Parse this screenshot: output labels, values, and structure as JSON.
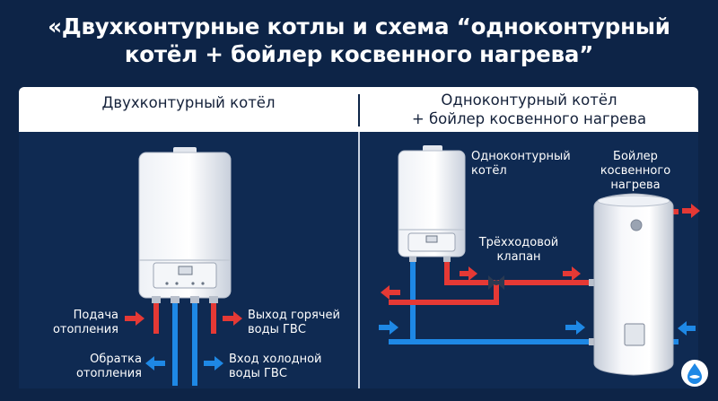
{
  "title": {
    "line1": "«Двухконтурные котлы и схема “одноконтурный",
    "line2": "котёл + бойлер косвенного нагрева”"
  },
  "left": {
    "heading": "Двухконтурный котёл",
    "labels": {
      "supply_line1": "Подача",
      "supply_line2": "отопления",
      "return_line1": "Обратка",
      "return_line2": "отопления",
      "hot_out_line1": "Выход горячей",
      "hot_out_line2": "воды ГВС",
      "cold_in_line1": "Вход холодной",
      "cold_in_line2": "воды ГВС"
    }
  },
  "right": {
    "heading_line1": "Одноконтурный котёл",
    "heading_line2": "+ бойлер косвенного нагрева",
    "labels": {
      "boiler_line1": "Одноконтурный",
      "boiler_line2": "котёл",
      "tank_line1": "Бойлер",
      "tank_line2": "косвенного",
      "tank_line3": "нагрева",
      "valve_line1": "Трёхходовой",
      "valve_line2": "клапан"
    }
  },
  "colors": {
    "background": "#0d2447",
    "hot": "#e53935",
    "cold": "#1e88e5",
    "white": "#ffffff"
  },
  "icons": {
    "logo": "water-drop-logo-icon"
  }
}
